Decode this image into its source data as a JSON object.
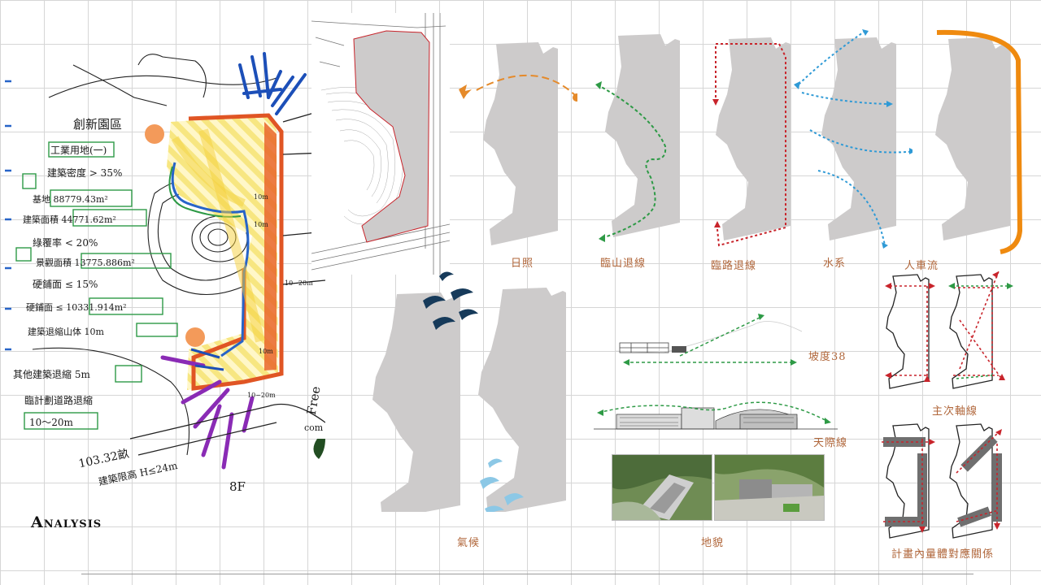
{
  "page": {
    "title": "Analysis"
  },
  "labels": {
    "sunlight": "日照",
    "mountain_setback": "臨山退線",
    "road_setback": "臨路退線",
    "water": "水系",
    "traffic": "人車流",
    "climate": "氣候",
    "terrain": "地貌",
    "slope": "坡度38",
    "skyline": "天際線",
    "axes": "主次軸線",
    "massing": "計畫內量體對應關係"
  },
  "sketch_notes": {
    "n1": "創新園區",
    "n2": "工業用地(一)",
    "n3": "建築密度 > 35%",
    "n4": "基地 88779.43m²",
    "n5": "建築面積 44771.62m²",
    "n6": "綠覆率 < 20%",
    "n7": "景觀面積 13775.886m²",
    "n8": "硬鋪面 ≤ 15%",
    "n9": "硬鋪面 ≤ 10331.914m²",
    "n10": "建築退縮山体 10m",
    "n11": "其他建築退縮 5m",
    "n12": "臨計劃道路退縮",
    "n13": "10～20m",
    "n14": "103.32畝",
    "n15": "建築限高 H≤24m",
    "n16": "8F",
    "n17": "Free",
    "n18": "com",
    "tags": [
      "10m",
      "10m",
      "10~20m",
      "10~20m",
      "10m"
    ]
  },
  "colors": {
    "site_gray": "#cdcbcb",
    "sun_orange": "#e58a2a",
    "mountain_green": "#2e9a46",
    "road_red": "#c8242b",
    "water_blue": "#2f9ad6",
    "traffic_orange": "#ef8a0f",
    "climate_navy": "#163a5a",
    "climate_light": "#8cc8e6",
    "label_brown": "#b0663a"
  }
}
